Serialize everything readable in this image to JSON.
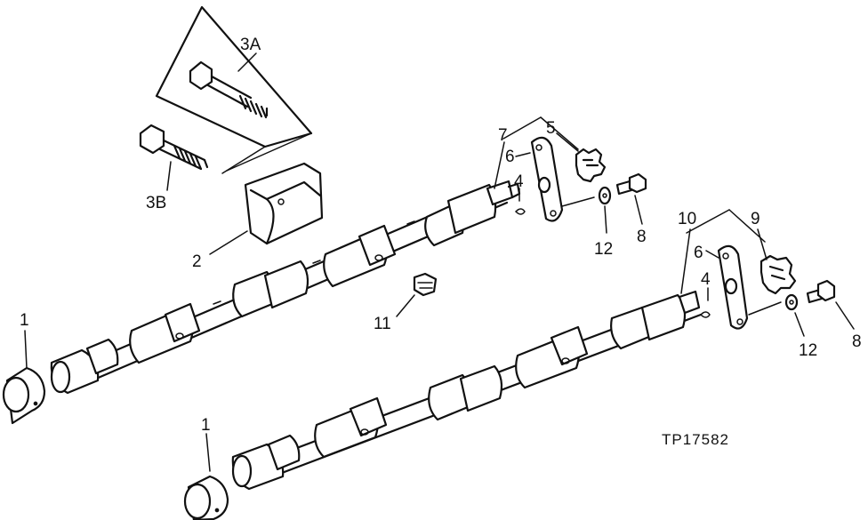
{
  "figure_id": "TP17582",
  "callouts": {
    "c1a": "1",
    "c1b": "1",
    "c2": "2",
    "c3a": "3A",
    "c3b": "3B",
    "c4a": "4",
    "c4b": "4",
    "c5": "5",
    "c6a": "6",
    "c6b": "6",
    "c7": "7",
    "c8a": "8",
    "c8b": "8",
    "c9": "9",
    "c10": "10",
    "c11": "11",
    "c12a": "12",
    "c12b": "12"
  }
}
